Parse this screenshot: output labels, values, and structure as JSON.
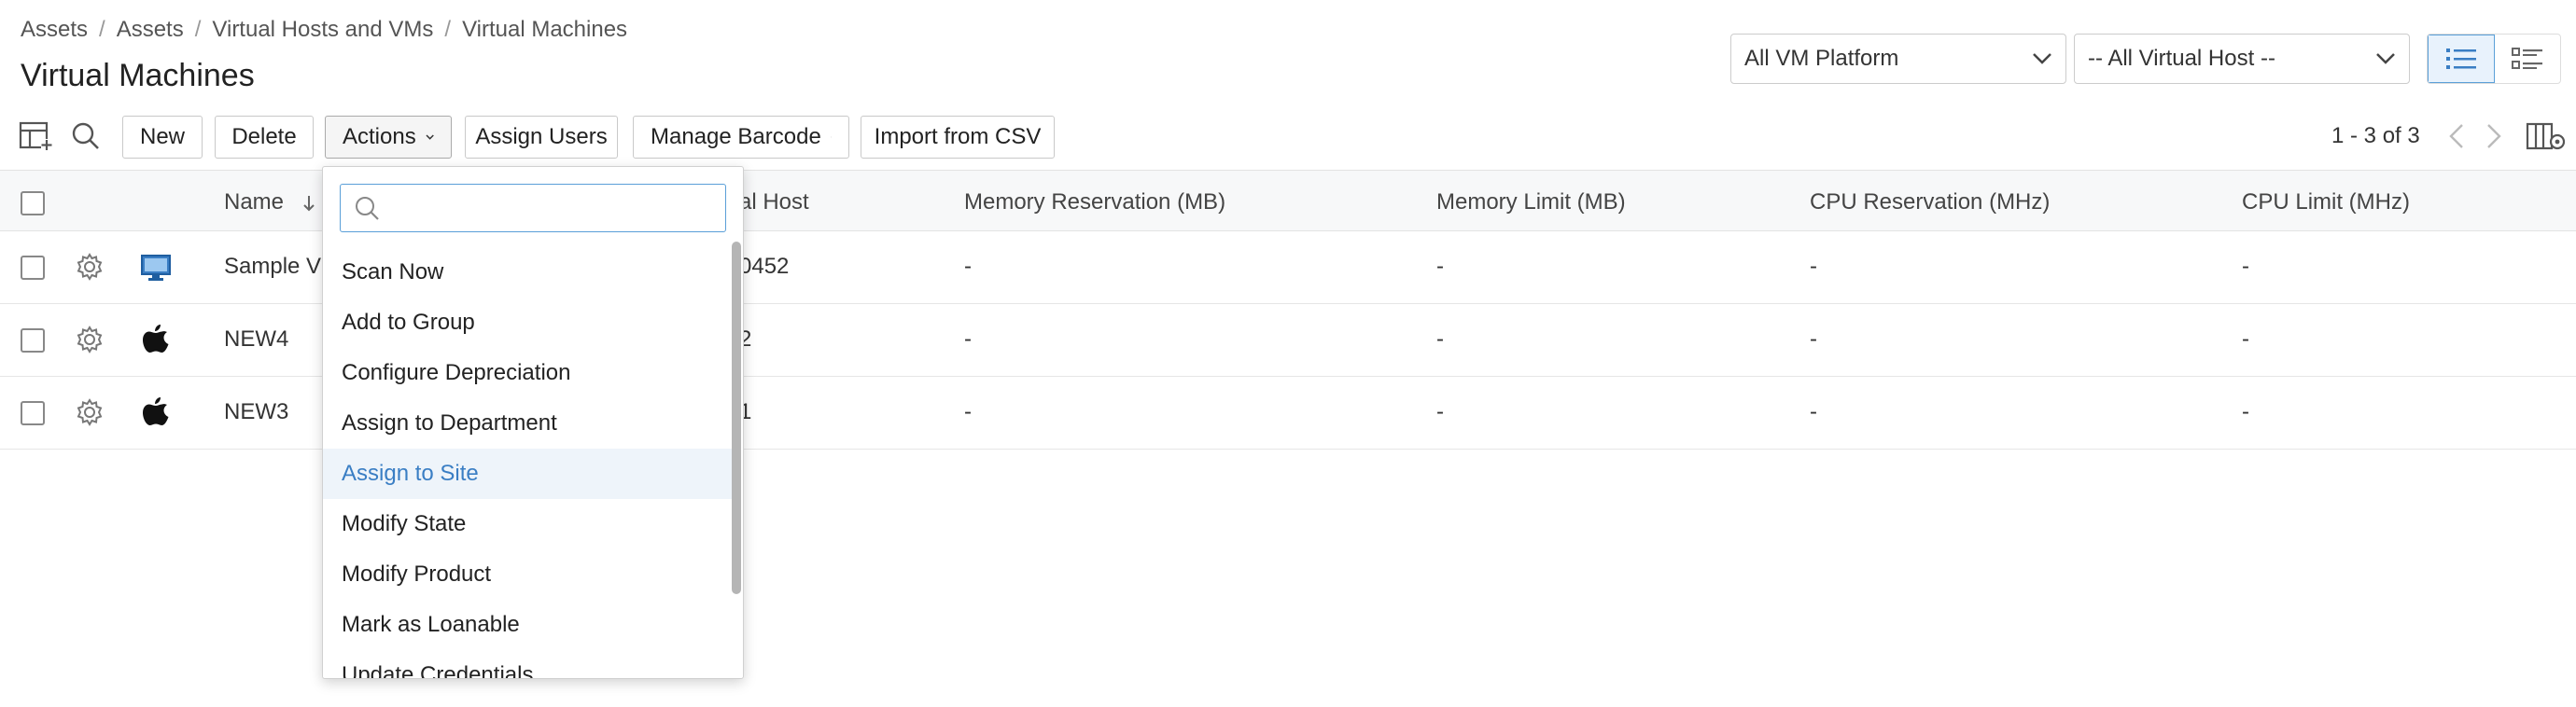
{
  "breadcrumb": {
    "items": [
      "Assets",
      "Assets",
      "Virtual Hosts and VMs",
      "Virtual Machines"
    ],
    "separator": "/"
  },
  "page_title": "Virtual Machines",
  "filters": {
    "platform": "All VM Platform",
    "virtual_host": "-- All Virtual Host --"
  },
  "toolbar": {
    "new": "New",
    "delete": "Delete",
    "actions": "Actions",
    "assign_users": "Assign Users",
    "manage_barcode": "Manage Barcode",
    "import_csv": "Import from CSV"
  },
  "pagination": {
    "label": "1 - 3 of 3"
  },
  "table": {
    "columns": [
      "Name",
      "al Host",
      "Memory Reservation (MB)",
      "Memory Limit (MB)",
      "CPU Reservation (MHz)",
      "CPU Limit (MHz)"
    ],
    "rows": [
      {
        "name": "Sample V",
        "host": "0452",
        "mem_res": "-",
        "mem_limit": "-",
        "cpu_res": "-",
        "cpu_limit": "-",
        "icon": "monitor-icon"
      },
      {
        "name": "NEW4",
        "host": "2",
        "mem_res": "-",
        "mem_limit": "-",
        "cpu_res": "-",
        "cpu_limit": "-",
        "icon": "apple-icon"
      },
      {
        "name": "NEW3",
        "host": "1",
        "mem_res": "-",
        "mem_limit": "-",
        "cpu_res": "-",
        "cpu_limit": "-",
        "icon": "apple-icon"
      }
    ]
  },
  "actions_menu": {
    "search_placeholder": "",
    "items": [
      "Scan Now",
      "Add to Group",
      "Configure Depreciation",
      "Assign to Department",
      "Assign to Site",
      "Modify State",
      "Modify Product",
      "Mark as Loanable",
      "Update Credentials"
    ],
    "highlighted_index": 4
  },
  "colors": {
    "accent": "#3a7ec4",
    "highlight_bg": "#eef4fa",
    "header_bg": "#f7f8f9"
  }
}
